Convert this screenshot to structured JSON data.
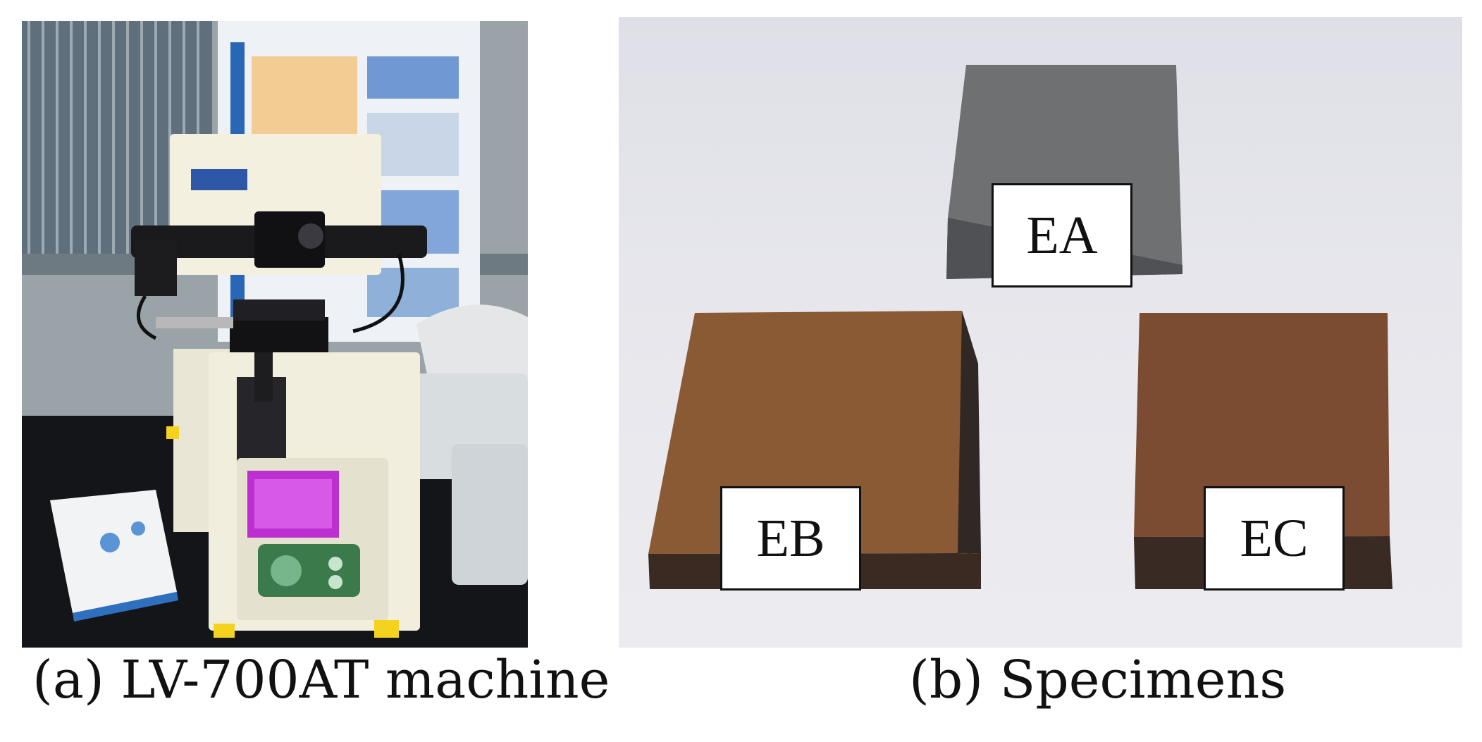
{
  "figure": {
    "panel_a": {
      "caption": "(a) LV-700AT machine",
      "photo_subject": "hardness-tester-photo"
    },
    "panel_b": {
      "caption": "(b) Specimens",
      "specimens": [
        {
          "label": "EA"
        },
        {
          "label": "EB"
        },
        {
          "label": "EC"
        }
      ]
    }
  },
  "colors": {
    "specimen_ea_top": "#6f7072",
    "specimen_ea_side": "#505154",
    "specimen_brown_top": "#8a5a35",
    "specimen_brown_side": "#3b2a22",
    "background_b": "#e6e6ec"
  }
}
